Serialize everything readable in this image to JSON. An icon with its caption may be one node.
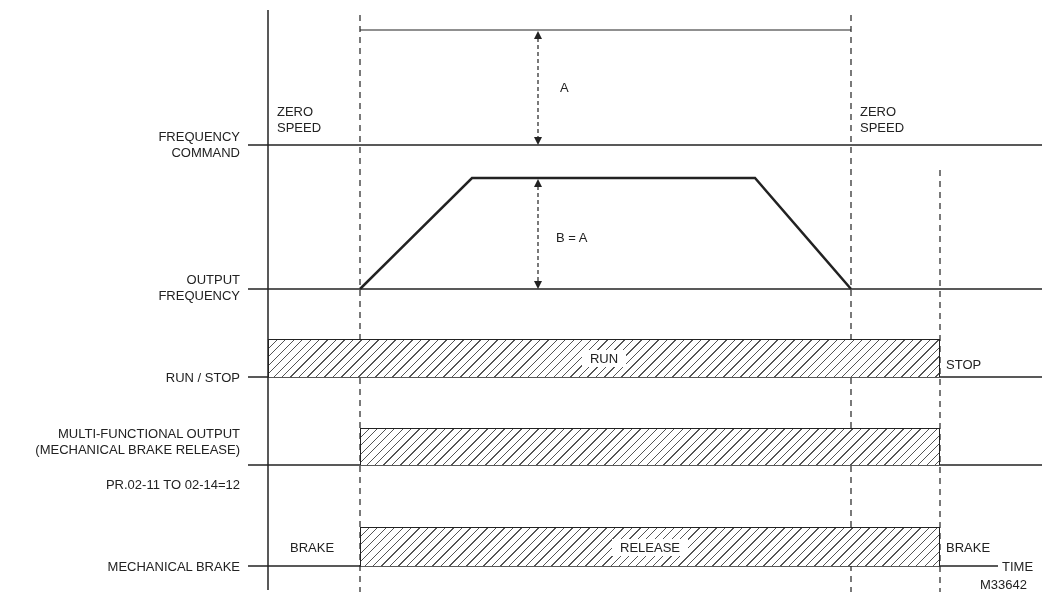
{
  "diagram": {
    "nodes": [
      {
        "text": [
          "RUN"
        ]
      },
      {
        "text": [],
        "shape": "bar"
      },
      {
        "text": [
          "RELEASE"
        ]
      }
    ],
    "labels": [
      "ZERO SPEED",
      "A",
      "ZERO SPEED",
      "FREQUENCY COMMAND",
      "B = A",
      "OUTPUT FREQUENCY",
      "STOP",
      "RUN / STOP",
      "MULTI-FUNCTIONAL OUTPUT (MECHANICAL BRAKE RELEASE)",
      "PR.02-11 TO 02-14=12",
      "BRAKE",
      "BRAKE",
      "MECHANICAL BRAKE",
      "TIME",
      "M33642"
    ]
  }
}
